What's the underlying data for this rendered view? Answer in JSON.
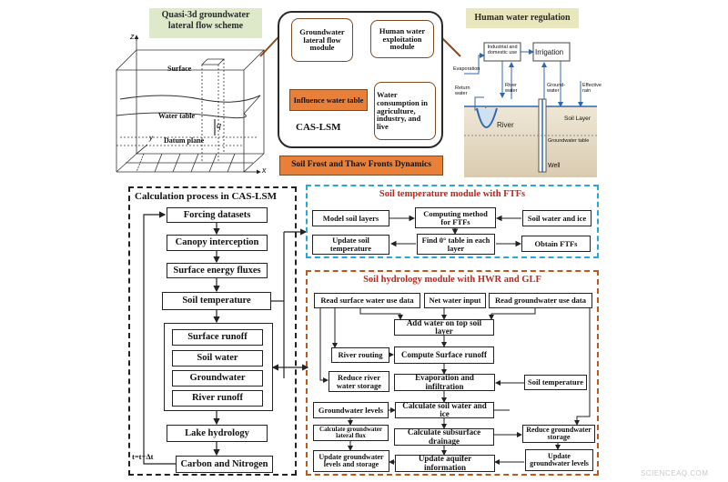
{
  "scheme": {
    "title": "Quasi-3d groundwater\nlateral flow scheme",
    "surface": "Surface",
    "water_table": "Water table",
    "datum": "Datum plane",
    "z": "z",
    "x": "x",
    "y": "y",
    "q": "q"
  },
  "cas": {
    "gw_module": "Groundwater lateral flow module",
    "exploit_module": "Human water exploitation module",
    "influence": "Influence water table",
    "consumption": "Water consumption in agriculture, industry, and live",
    "label": "CAS-LSM",
    "frost": "Soil Frost and Thaw Fronts Dynamics"
  },
  "hwr": {
    "title": "Human water regulation",
    "industrial": "Industrial and domestic use",
    "irrigation": "Irrigation",
    "evaporation": "Evaporation",
    "return_water": "Return water",
    "river_water": "River water",
    "ground_water": "Ground-water",
    "effective_rain": "Effective rain",
    "river": "River",
    "soil_layer": "Soil Layer",
    "gw_table": "Groundwater table",
    "well": "Well"
  },
  "calc": {
    "title": "Calculation process in CAS-LSM",
    "forcing": "Forcing datasets",
    "canopy": "Canopy interception",
    "energy": "Surface energy fluxes",
    "soil_temp": "Soil temperature",
    "runoff": "Surface runoff",
    "soil_water": "Soil water",
    "groundwater": "Groundwater",
    "river_runoff": "River runoff",
    "lake": "Lake hydrology",
    "carbon": "Carbon and Nitrogen",
    "time": "t=t+Δt"
  },
  "ftf": {
    "title": "Soil temperature module with FTFs",
    "model_layers": "Model soil layers",
    "computing": "Computing method for FTFs",
    "soil_water_ice": "Soil water and ice",
    "update_temp": "Update soil temperature",
    "find_table": "Find 0° table in each layer",
    "obtain": "Obtain FTFs"
  },
  "hyd": {
    "title": "Soil hydrology module with HWR and GLF",
    "read_surface": "Read surface water use data",
    "net_input": "Net water input",
    "read_gw": "Read groundwater use data",
    "add_water": "Add water on top soil layer",
    "river_routing": "River routing",
    "compute_runoff": "Compute Surface runoff",
    "reduce_river": "Reduce river water storage",
    "evap_infil": "Evaporation and infiltration",
    "soil_temp": "Soil temperature",
    "gw_levels": "Groundwater levels",
    "calc_soil_water": "Calculate soil water and ice",
    "calc_lateral": "Calculate groundwater lateral flux",
    "subsurface": "Calculate subsurface drainage",
    "reduce_gw": "Reduce groundwater storage",
    "update_gw_storage": "Update groundwater levels and storage",
    "update_aquifer": "Update aquifer information",
    "update_gw_levels": "Update groundwater levels"
  },
  "watermark": "SCIENCEAQ.COM",
  "colors": {
    "orange": "#e8803a",
    "dark_orange": "#c0571c",
    "cyan": "#2aa7d6",
    "red_title": "#c0271e",
    "scheme_bg": "#dde9c9",
    "hwr_bg": "#e9e7bd"
  }
}
